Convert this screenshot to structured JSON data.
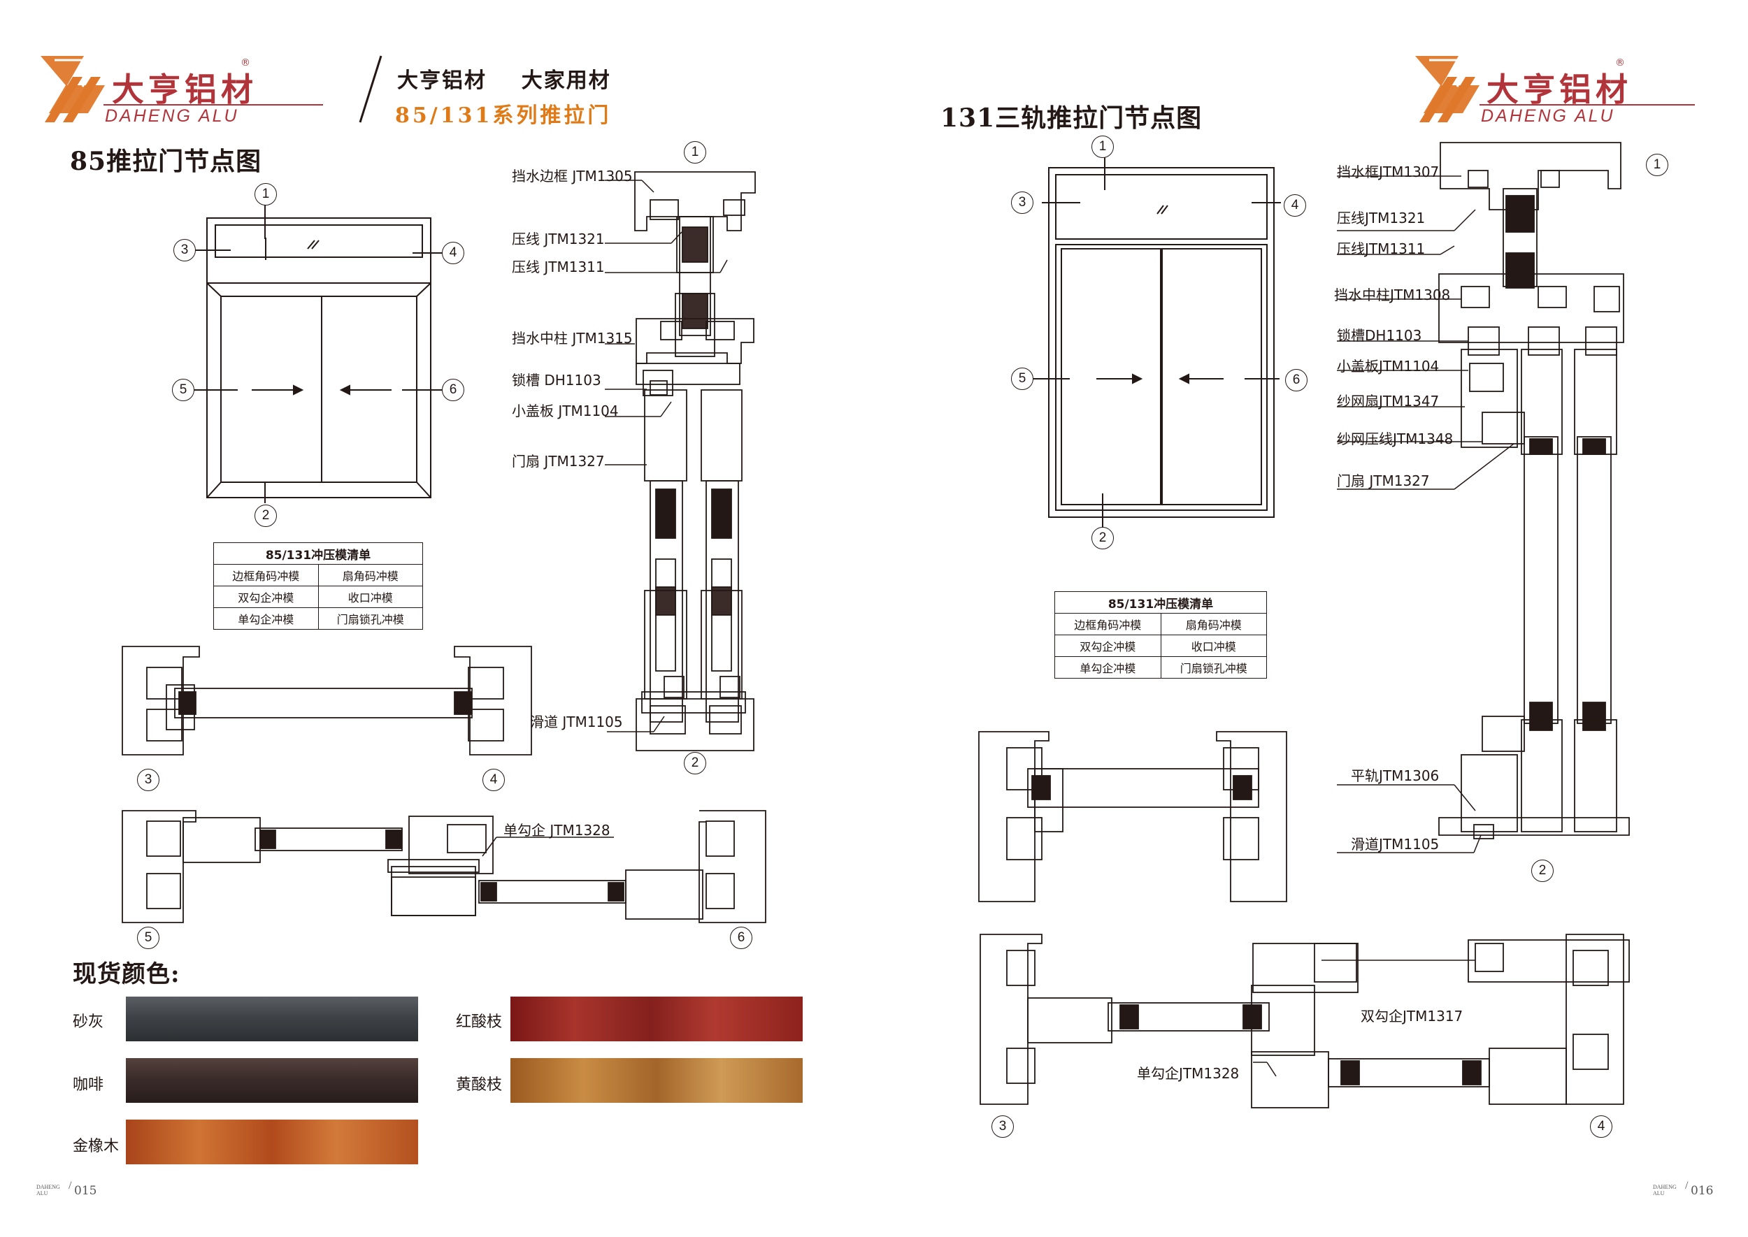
{
  "brand": {
    "name_cn": "大亨铝材",
    "name_en": "DAHENG ALU",
    "registered_mark": "®",
    "color": "#b1343a",
    "logo_icon": "daheng-logo-icon"
  },
  "header": {
    "slogan": "大亨铝材    大家用材",
    "series_title": "85/131系列推拉门",
    "series_color": "#e07a16"
  },
  "left_page": {
    "title": "85推拉门节点图",
    "callouts": [
      "1",
      "2",
      "3",
      "4",
      "5",
      "6"
    ],
    "labels": [
      "挡水边框 JTM1305",
      "压线 JTM1321",
      "压线 JTM1311",
      "挡水中柱 JTM1315",
      "锁槽 DH1103",
      "小盖板 JTM1104",
      "门扇 JTM1327",
      "滑道 JTM1105",
      "单勾企 JTM1328"
    ],
    "die_table": {
      "title": "85/131冲压模清单",
      "rows": [
        [
          "边框角码冲模",
          "扇角码冲模"
        ],
        [
          "双勾企冲模",
          "收口冲模"
        ],
        [
          "单勾企冲模",
          "门扇锁孔冲模"
        ]
      ]
    },
    "colors_title": "现货颜色:",
    "colors": [
      {
        "name": "砂灰",
        "hex": "#3f4347"
      },
      {
        "name": "咖啡",
        "hex": "#3b2c2a"
      },
      {
        "name": "金橡木",
        "hex": "#b9541f"
      },
      {
        "name": "红酸枝",
        "hex": "#8e1f1c"
      },
      {
        "name": "黄酸枝",
        "hex": "#b8762e"
      }
    ],
    "page_number": "015"
  },
  "right_page": {
    "title": "131三轨推拉门节点图",
    "callouts": [
      "1",
      "2",
      "3",
      "4",
      "5",
      "6"
    ],
    "labels": [
      "挡水框JTM1307",
      "压线JTM1321",
      "压线JTM1311",
      "挡水中柱JTM1308",
      "锁槽DH1103",
      "小盖板JTM1104",
      "纱网扇JTM1347",
      "纱网压线JTM1348",
      "门扇 JTM1327",
      "平轨JTM1306",
      "滑道JTM1105",
      "双勾企JTM1317",
      "单勾企JTM1328"
    ],
    "die_table": {
      "title": "85/131冲压模清单",
      "rows": [
        [
          "边框角码冲模",
          "扇角码冲模"
        ],
        [
          "双勾企冲模",
          "收口冲模"
        ],
        [
          "单勾企冲模",
          "门扇锁孔冲模"
        ]
      ]
    },
    "page_number": "016"
  },
  "footer": {
    "brand_small_1": "DAHENG",
    "brand_small_2": "ALU"
  }
}
